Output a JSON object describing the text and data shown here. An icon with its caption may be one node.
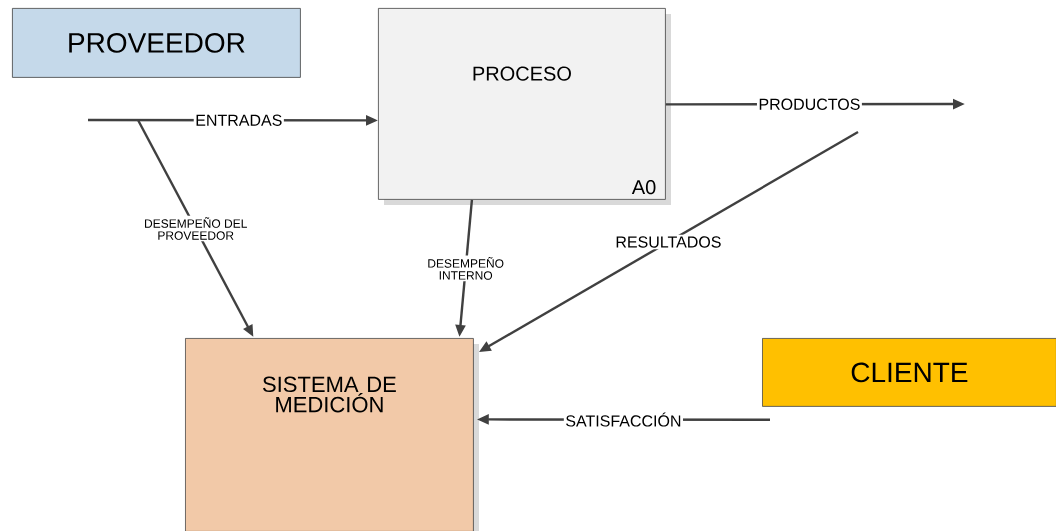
{
  "diagram": {
    "nodes": [
      {
        "text": [
          "PROVEEDOR"
        ]
      },
      {
        "text": [
          "PROCESO",
          "A0"
        ]
      },
      {
        "text": [
          "SISTEMA DE MEDICIÓN"
        ]
      },
      {
        "text": [
          "CLIENTE"
        ]
      }
    ],
    "edges": [
      {
        "from": null,
        "to": 1,
        "arrow": "to",
        "label": "ENTRADAS"
      },
      {
        "from": null,
        "to": 2,
        "arrow": "to",
        "label": "DESEMPEÑO DEL PROVEEDOR"
      },
      {
        "from": 1,
        "to": null,
        "arrow": "to",
        "label": "PRODUCTOS"
      },
      {
        "from": 1,
        "to": 2,
        "arrow": "to",
        "label": "DESEMPEÑO INTERNO"
      },
      {
        "from": null,
        "to": 2,
        "arrow": "to",
        "label": "RESULTADOS"
      },
      {
        "from": 3,
        "to": 2,
        "arrow": "to",
        "label": "SATISFACCIÓN"
      }
    ]
  }
}
